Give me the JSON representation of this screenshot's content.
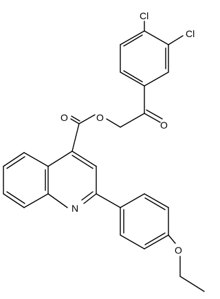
{
  "molecule": {
    "atom_labels": {
      "cl_top": "Cl",
      "cl_right": "Cl",
      "o_ketone": "O",
      "o_ester_link": "O",
      "o_carbonyl": "O",
      "n_ring": "N",
      "o_ether": "O"
    }
  }
}
